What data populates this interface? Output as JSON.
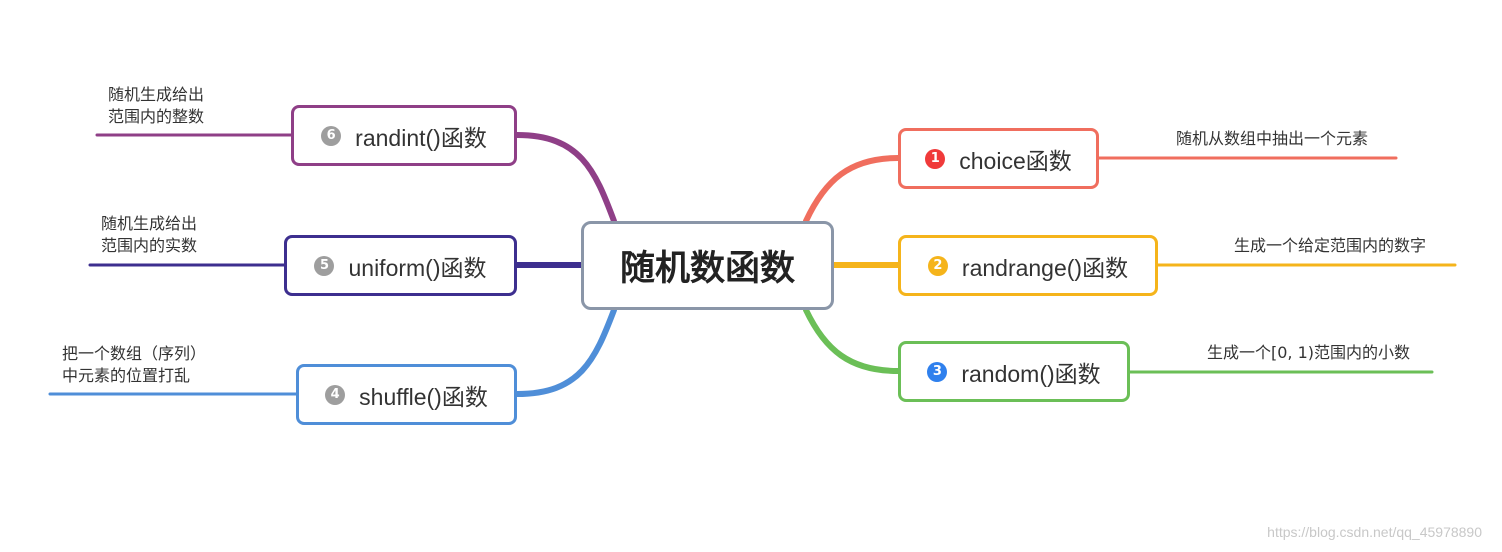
{
  "diagram": {
    "central": "随机数函数",
    "branches": [
      {
        "id": "1",
        "badge": "1",
        "label": "choice函数",
        "note_lines": [
          "随机从数组中抽出一个元素"
        ],
        "color": "#f06e5e"
      },
      {
        "id": "2",
        "badge": "2",
        "label": "randrange()函数",
        "note_lines": [
          "生成一个给定范围内的数字"
        ],
        "color": "#f5b41b"
      },
      {
        "id": "3",
        "badge": "3",
        "label": "random()函数",
        "note_lines": [
          "生成一个[0, 1)范围内的小数"
        ],
        "color": "#6bbf57"
      },
      {
        "id": "4",
        "badge": "4",
        "label": "shuffle()函数",
        "note_lines": [
          "把一个数组（序列）",
          "中元素的位置打乱"
        ],
        "color": "#4f8ed8"
      },
      {
        "id": "5",
        "badge": "5",
        "label": "uniform()函数",
        "note_lines": [
          "随机生成给出",
          "范围内的实数"
        ],
        "color": "#3d2f8f"
      },
      {
        "id": "6",
        "badge": "6",
        "label": "randint()函数",
        "note_lines": [
          "随机生成给出",
          "范围内的整数"
        ],
        "color": "#8f3f87"
      }
    ]
  },
  "badge_colors": {
    "right": [
      "#f03a3a",
      "#f5b41b",
      "#2f80ed"
    ],
    "left": "#9e9e9e"
  },
  "watermark": "https://blog.csdn.net/qq_45978890"
}
